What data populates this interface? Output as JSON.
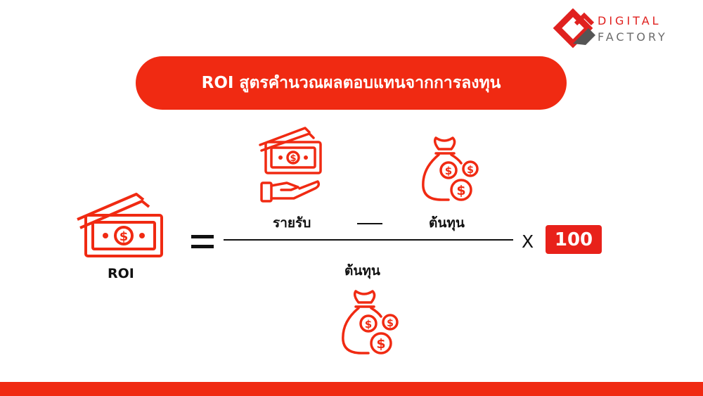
{
  "colors": {
    "accent": "#f02a12",
    "text": "#111111",
    "logo_gray": "#6b6b6b"
  },
  "logo": {
    "line1": "DIGITAL",
    "line2": "FACTORY"
  },
  "title": "ROI สูตรคำนวณผลตอบแทนจากการลงทุน",
  "formula": {
    "left_label": "ROI",
    "numerator_left": "รายรับ",
    "numerator_right": "ต้นทุน",
    "denominator": "ต้นทุน",
    "multiplier_symbol": "X",
    "multiplier_value": "100"
  },
  "icons": [
    "cash-bills-icon",
    "hand-with-money-icon",
    "money-bag-icon"
  ]
}
